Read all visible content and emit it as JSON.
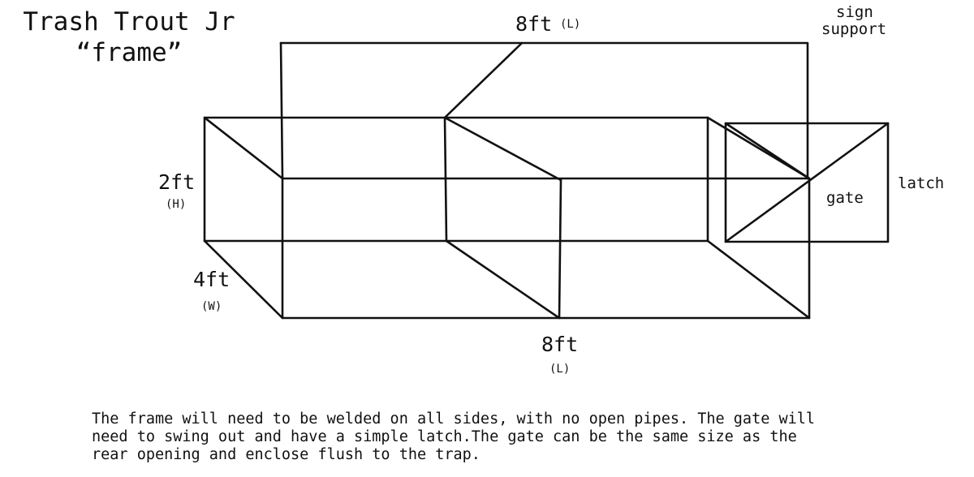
{
  "title": {
    "line1": "Trash Trout Jr",
    "line2": "“frame”"
  },
  "dimensions": {
    "top_length": "8ft",
    "top_length_unit": "(L)",
    "height": "2ft",
    "height_unit": "(H)",
    "width": "4ft",
    "width_unit": "(W)",
    "bottom_length": "8ft",
    "bottom_length_unit": "(L)"
  },
  "labels": {
    "sign_support_1": "sign",
    "sign_support_2": "support",
    "latch": "latch",
    "gate": "gate"
  },
  "note": "The frame will need to be welded on all sides, with no open pipes. The gate will\nneed to swing out and have a simple latch.The gate can be the same size as the\nrear opening and enclose flush to the trap.",
  "colors": {
    "line": "#111111",
    "background": "#ffffff"
  }
}
